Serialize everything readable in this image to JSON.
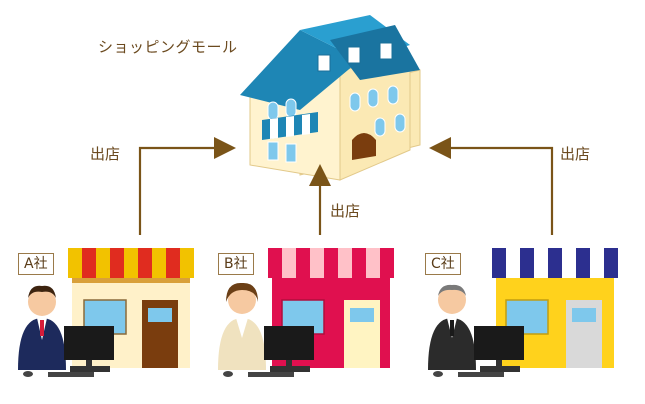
{
  "mall": {
    "title": "ショッピングモール"
  },
  "arrows": {
    "left_label": "出店",
    "middle_label": "出店",
    "right_label": "出店"
  },
  "stores": [
    {
      "company": "A社",
      "awning_colors": [
        "#f2c200",
        "#e02c1f"
      ],
      "wall_color": "#fff1c9",
      "door_color": "#7a3d0e"
    },
    {
      "company": "B社",
      "awning_colors": [
        "#ffc1c8",
        "#e0104f"
      ],
      "wall_color": "#e0104f",
      "door_color": "#fff4c2"
    },
    {
      "company": "C社",
      "awning_colors": [
        "#ffffff",
        "#2c2f8f"
      ],
      "wall_color": "#ffd21c",
      "door_color": "#d9d9d9"
    }
  ],
  "colors": {
    "arrow": "#7a5418",
    "mall_roof": "#1e86b5",
    "mall_wall": "#fbe9b4"
  },
  "icons": [
    "mall-building-icon",
    "store-icon",
    "businessman-icon",
    "businesswoman-icon",
    "computer-monitor-icon",
    "keyboard-icon",
    "mouse-icon"
  ]
}
